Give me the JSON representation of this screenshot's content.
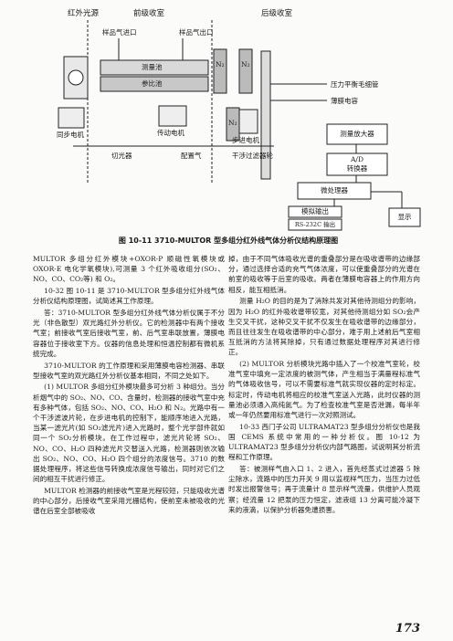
{
  "figure": {
    "section_ir_source": "红外光源",
    "section_front_chamber": "前级收室",
    "section_rear_chamber": "后级收室",
    "sample_gas_in": "样品气进口",
    "sample_gas_out": "样品气出口",
    "measure_chamber": "测量池",
    "reference_chamber": "参比池",
    "n2_top_front": "N₂",
    "n2_top_rear": "N₂",
    "n2_bottom": "N₂",
    "sync_motor": "同步电机",
    "drive_motor": "传动电机",
    "stepper_motor": "步进电机",
    "chopper": "切光器",
    "gas_distributor": "配置气",
    "stepper_filter_wheel": "干涉过滤器轮",
    "pressure_capillary": "压力平衡毛细管",
    "thin_film_capacitor": "薄膜电容",
    "measure_amplifier": "测量放大器",
    "ad_converter_line1": "A/D",
    "ad_converter_line2": "转换器",
    "microprocessor": "微处理器",
    "analog_output": "模拟输出",
    "rs232_output": "RS-232C 输出",
    "display": "显示",
    "caption": "图 10-11  3710-MULTOR 型多组分红外线气体分析仪结构原理图"
  },
  "left_column": [
    "MULTOR 多组分红外模块+OXOR-P 顺磁性氧模块或 OXOR-E 电化学氧模块),可测量 3 个红外吸收组分(SO₂、NO、CO、CO₂等) 和 O₂。",
    "10-32  图 10-11 是 3710-MULTOR 型多组分红外线气体分析仪结构原理图，试简述其工作原理。",
    "答：3710-MULTOR 型多组分红外线气体分析仪属于不分光（非色散型）双光路红外分析仪。它的检测器中有两个接收气室；前接收气室后接收气室，前、后气室串联放置，薄膜电容器位于接收室下方。仪器的信息处理和恒温控制都有微机系统完成。",
    "3710-MULTOR 的工作原理和采用薄膜电容检测器、串联型接收气室的双光路红外分析仪基本相同，不同之处如下。",
    "(1) MULTOR 多组分红外模块最多可分析 3 种组分。当分析烟气中的 SO₂、NO、CO、含量时，检测器的接收气室中充有多种气体，包括 SO₂、NO、CO、H₂O 和 N₂。光路中有一个干涉滤波片轮，在步进电机的控制下，能顺序地进入光路，当某一滤光片(如 SO₂滤光片)进入光路时，整个光学部件就如同一个 SO₂分析模块。在工作过程中，滤光片轮将 SO₂、NO、CO、H₂O 四种滤光片交替送入光路，检测器则依次输出 SO₂、NO、CO、H₂O 四个组分的浓度信号。3710 的数据处理程序，将这些信号转换成浓度信号输出，同时对它们之间的相互干扰进行修正。",
    "MULTOR 检测器的前接收气室是光程较短，只能吸收光谱的中心部分，后接收气室采用光栅结构，使前室未被吸收的光谱在后室全部被吸收"
  ],
  "right_column": [
    "掉，由于不同气体吸收光谱的重叠部分是在吸收谱带的边缘部分，通过选择合适的充气气体浓度，可以使重叠部分的光谱在前室的吸收等于后室的吸收。两者在薄膜电容器上的作用方向相反，能互相抵消。",
    "测量 H₂O 的目的是为了消除共发对其他待测组分的影响，因为 H₂O 的红外吸收谱带较宽，对其他待测组分如 SO₂会产生交叉干扰，这种交叉干扰不仅发生在吸收谱带的边缘部分，而且往往发生在吸收谱带的中心部分，难于用上述前后气室相互抵消的方法将其除掉，只有通过数据处理程序对其进行修正。",
    "(2) MULTOR 分析模块光路中插入了一个校准气室轮，校准气室中填充一定浓度的被测气体，产生相当于满量程标准气的气体吸收信号，可以不需要标准气就实现仪器的定时标定。标定时，传动电机将相应的校准气室送入光路，此时仪器的测量池必须通入高纯氮气。为了检查校准气室是否泄漏，每半年或一年仍然要用标准气进行一次对照测试。",
    "10-33  西门子公司 ULTRAMAT23 型多组分分析仪也是我国 CEMS 系统中常用的一种分析仪。图 10-12 为 ULTRAMAT23 型多组分分析仪内部气路图，试说明其分析流程和工作原理。",
    "答：被测样气由入口 1、2 进入，首先经蒸式过滤器 5 除尘除水，流路中的压力开关 9 用以监视样气压力，当压力过低时发出报警信号；再于流量计 8 显示样气流量，供维护人员观察；经流量 12 把泵的压力恒定，滤液组 13 分离可能冷凝下来的液滴，以保护分析器免遭损害。"
  ],
  "page_number": "173"
}
